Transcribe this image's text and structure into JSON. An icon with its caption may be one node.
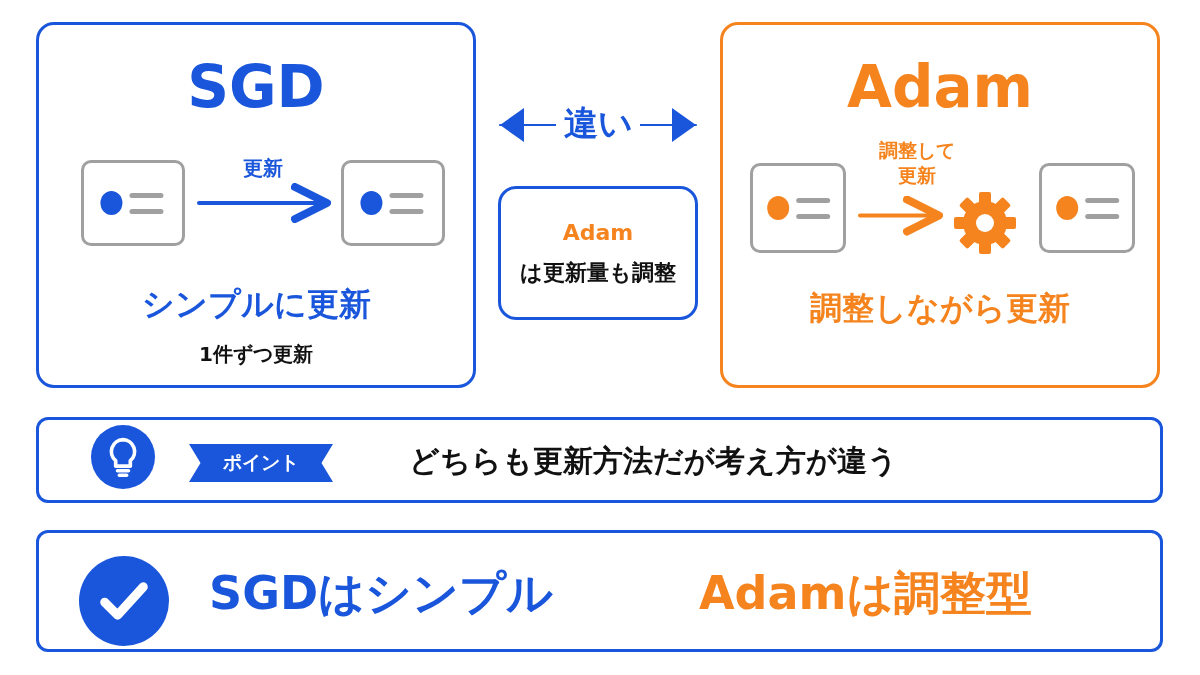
{
  "diagram": {
    "nodes": [
      {
        "text": [
          "SGD",
          "シンプルに更新",
          "1件ずつ更新"
        ]
      },
      {
        "text": [],
        "shape": "box",
        "in": 0
      },
      {
        "text": [],
        "shape": "box",
        "in": 0
      },
      {
        "text": [
          "Adam",
          "調整しながら更新"
        ]
      },
      {
        "text": [],
        "shape": "box",
        "in": 3
      },
      {
        "text": [],
        "shape": "gear",
        "in": 3
      },
      {
        "text": [],
        "shape": "box",
        "in": 3
      },
      {
        "text": [
          "**Adam**は更新量も調整"
        ]
      },
      {
        "text": [
          "ポイント",
          "どちらも更新方法だが考え方が違う"
        ]
      },
      {
        "text": [
          "SGDはシンプル",
          "Adamは調整型"
        ]
      }
    ],
    "edges": [
      {
        "from": 1,
        "to": 2,
        "arrow": "to",
        "label": "更新"
      },
      {
        "from": 4,
        "to": 5,
        "arrow": "to",
        "label": "調整して更新",
        "color": "#f5841f"
      },
      {
        "from": 0,
        "to": 3,
        "arrow": "both",
        "label": "違い"
      }
    ]
  }
}
